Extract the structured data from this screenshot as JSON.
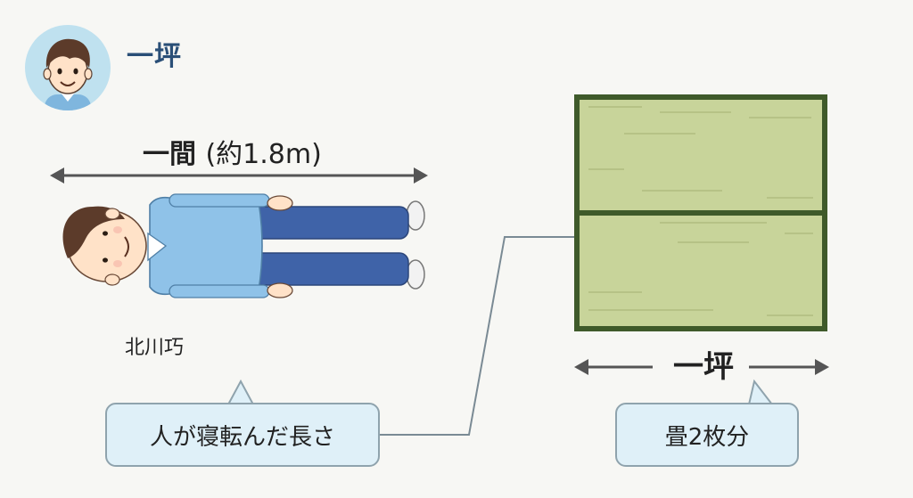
{
  "header": {
    "title": "一坪",
    "icon": "boy-face-icon"
  },
  "length_label": {
    "main": "一間",
    "sub": "(約1.8m)"
  },
  "person": {
    "name": "北川巧"
  },
  "bubble_left": {
    "text": "人が寝転んだ長さ"
  },
  "bubble_right": {
    "text": "畳2枚分"
  },
  "tatami": {
    "width_label": "一坪"
  },
  "colors": {
    "tatami_fill": "#c8d49a",
    "tatami_border": "#3f5a2a",
    "arrow": "#555555",
    "shirt": "#8fc2e8",
    "pants": "#3f63a8",
    "title": "#2a4f77",
    "bubble_bg": "#dff0f8"
  }
}
